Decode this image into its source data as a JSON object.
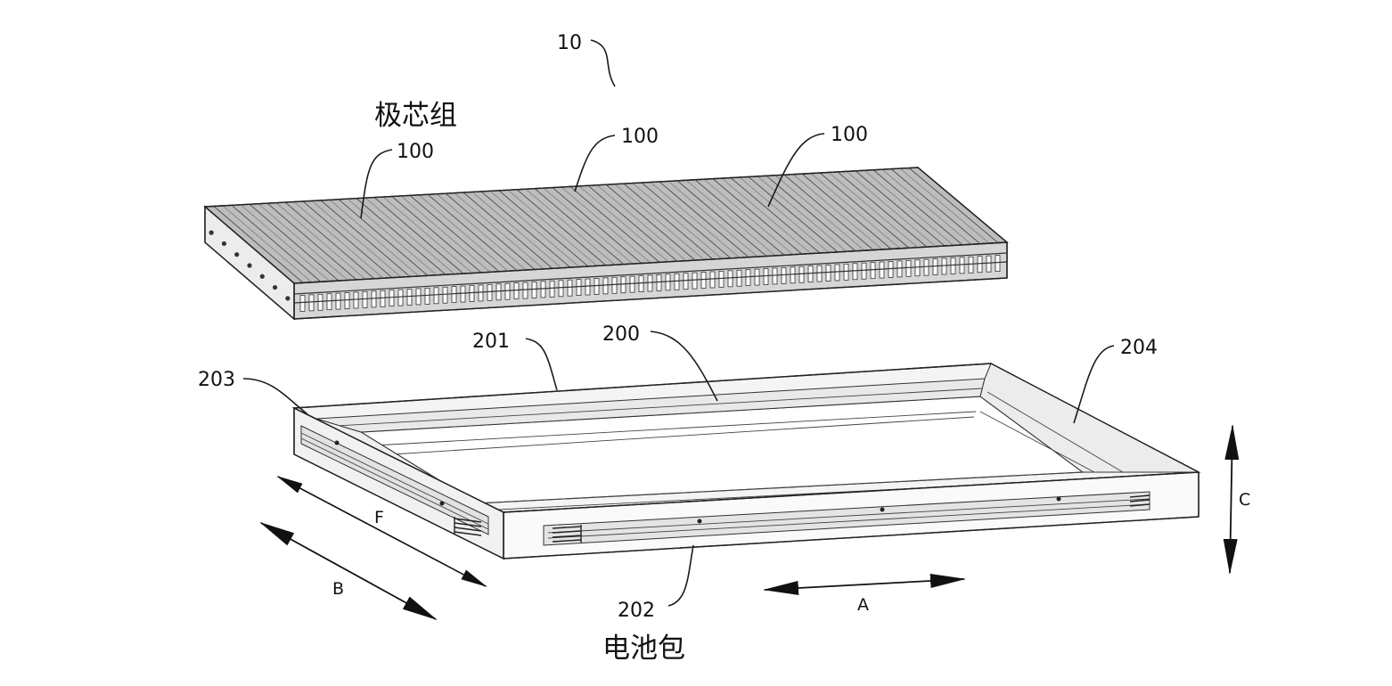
{
  "figure": {
    "assembly_ref": "10",
    "top_caption": "极芯组",
    "bottom_caption": "电池包",
    "cell_refs": [
      "100",
      "100",
      "100"
    ],
    "tray_refs": {
      "tray": "200",
      "side_beam_back": "201",
      "side_beam_front": "202",
      "end_beam_left": "203",
      "end_beam_right": "204"
    },
    "direction_labels": {
      "length": "A",
      "width": "B",
      "height": "C",
      "inner_width": "F"
    }
  }
}
